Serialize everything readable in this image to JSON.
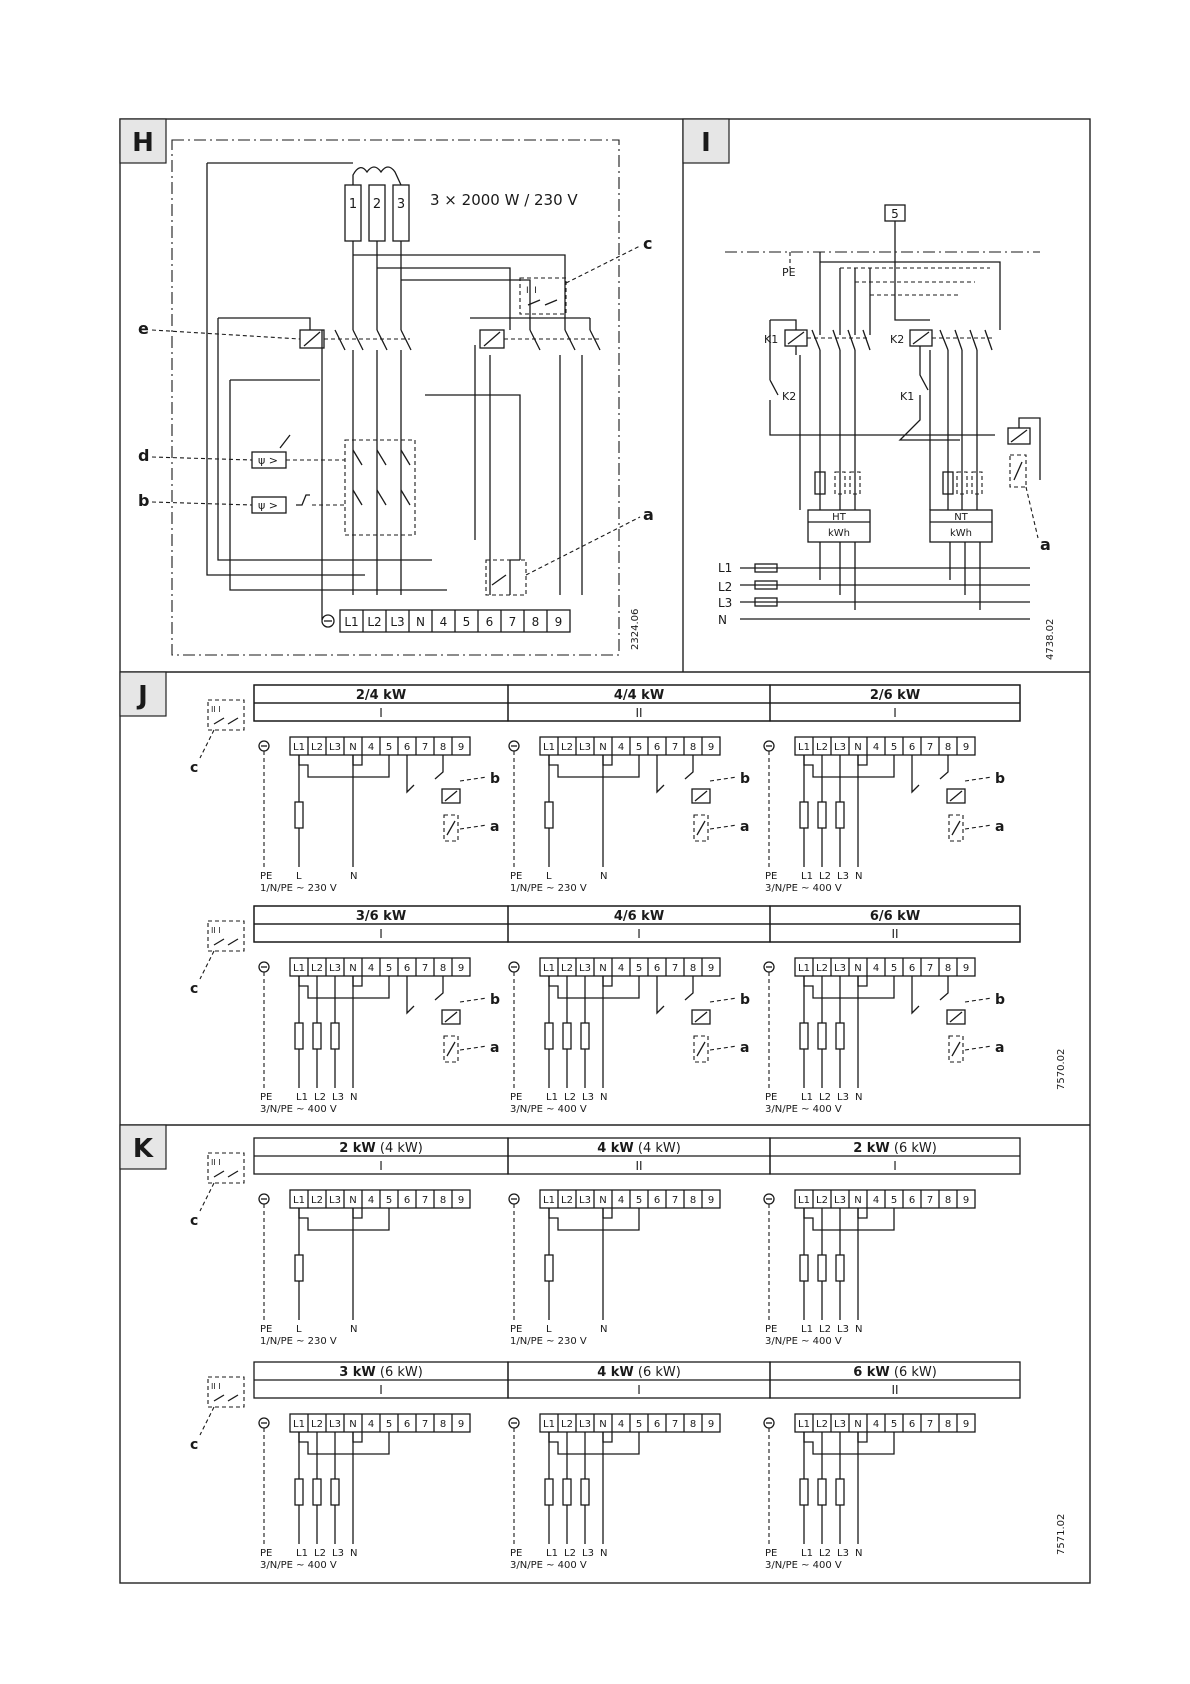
{
  "panels": {
    "H": {
      "letter": "H",
      "heater_label": "3 × 2000 W / 230 V",
      "heater_numbers": [
        "1",
        "2",
        "3"
      ],
      "callouts": [
        "e",
        "d",
        "b",
        "c",
        "a"
      ],
      "terminals": [
        "L1",
        "L2",
        "L3",
        "N",
        "4",
        "5",
        "6",
        "7",
        "8",
        "9"
      ],
      "drawing_no": "2324.06"
    },
    "I": {
      "letter": "I",
      "box_number": "5",
      "pe": "PE",
      "contactors": [
        "K1",
        "K2"
      ],
      "contacts": [
        "K2",
        "K1"
      ],
      "meters": [
        {
          "tariff": "HT",
          "unit": "kWh"
        },
        {
          "tariff": "NT",
          "unit": "kWh"
        }
      ],
      "lines": [
        "L1",
        "L2",
        "L3",
        "N"
      ],
      "callout": "a",
      "drawing_no": "4738.02"
    },
    "J": {
      "letter": "J",
      "callouts": {
        "switch": "c",
        "b": "b",
        "a": "a"
      },
      "switch_glyph": "II  I",
      "configs": [
        {
          "power": "2/4 kW",
          "pos": "I",
          "supply": "1/N/PE ~ 230 V",
          "bottom": [
            "PE",
            "L",
            "N"
          ]
        },
        {
          "power": "4/4 kW",
          "pos": "II",
          "supply": "1/N/PE ~ 230 V",
          "bottom": [
            "PE",
            "L",
            "N"
          ]
        },
        {
          "power": "2/6 kW",
          "pos": "I",
          "supply": "3/N/PE ~ 400 V",
          "bottom": [
            "PE",
            "L1",
            "L2",
            "L3",
            "N"
          ]
        },
        {
          "power": "3/6 kW",
          "pos": "I",
          "supply": "3/N/PE ~ 400 V",
          "bottom": [
            "PE",
            "L1",
            "L2",
            "L3",
            "N"
          ]
        },
        {
          "power": "4/6 kW",
          "pos": "I",
          "supply": "3/N/PE ~ 400 V",
          "bottom": [
            "PE",
            "L1",
            "L2",
            "L3",
            "N"
          ]
        },
        {
          "power": "6/6 kW",
          "pos": "II",
          "supply": "3/N/PE ~ 400 V",
          "bottom": [
            "PE",
            "L1",
            "L2",
            "L3",
            "N"
          ]
        }
      ],
      "drawing_no": "7570.02"
    },
    "K": {
      "letter": "K",
      "callout": "c",
      "configs": [
        {
          "power": "2 kW",
          "extra": "(4 kW)",
          "pos": "I",
          "supply": "1/N/PE ~ 230 V",
          "bottom": [
            "PE",
            "L",
            "N"
          ]
        },
        {
          "power": "4 kW",
          "extra": "(4 kW)",
          "pos": "II",
          "supply": "1/N/PE ~ 230 V",
          "bottom": [
            "PE",
            "L",
            "N"
          ]
        },
        {
          "power": "2 kW",
          "extra": "(6 kW)",
          "pos": "I",
          "supply": "3/N/PE ~ 400 V",
          "bottom": [
            "PE",
            "L1",
            "L2",
            "L3",
            "N"
          ]
        },
        {
          "power": "3 kW",
          "extra": "(6 kW)",
          "pos": "I",
          "supply": "3/N/PE ~ 400 V",
          "bottom": [
            "PE",
            "L1",
            "L2",
            "L3",
            "N"
          ]
        },
        {
          "power": "4 kW",
          "extra": "(6 kW)",
          "pos": "I",
          "supply": "3/N/PE ~ 400 V",
          "bottom": [
            "PE",
            "L1",
            "L2",
            "L3",
            "N"
          ]
        },
        {
          "power": "6 kW",
          "extra": "(6 kW)",
          "pos": "II",
          "supply": "3/N/PE ~ 400 V",
          "bottom": [
            "PE",
            "L1",
            "L2",
            "L3",
            "N"
          ]
        }
      ],
      "drawing_no": "7571.02"
    }
  }
}
